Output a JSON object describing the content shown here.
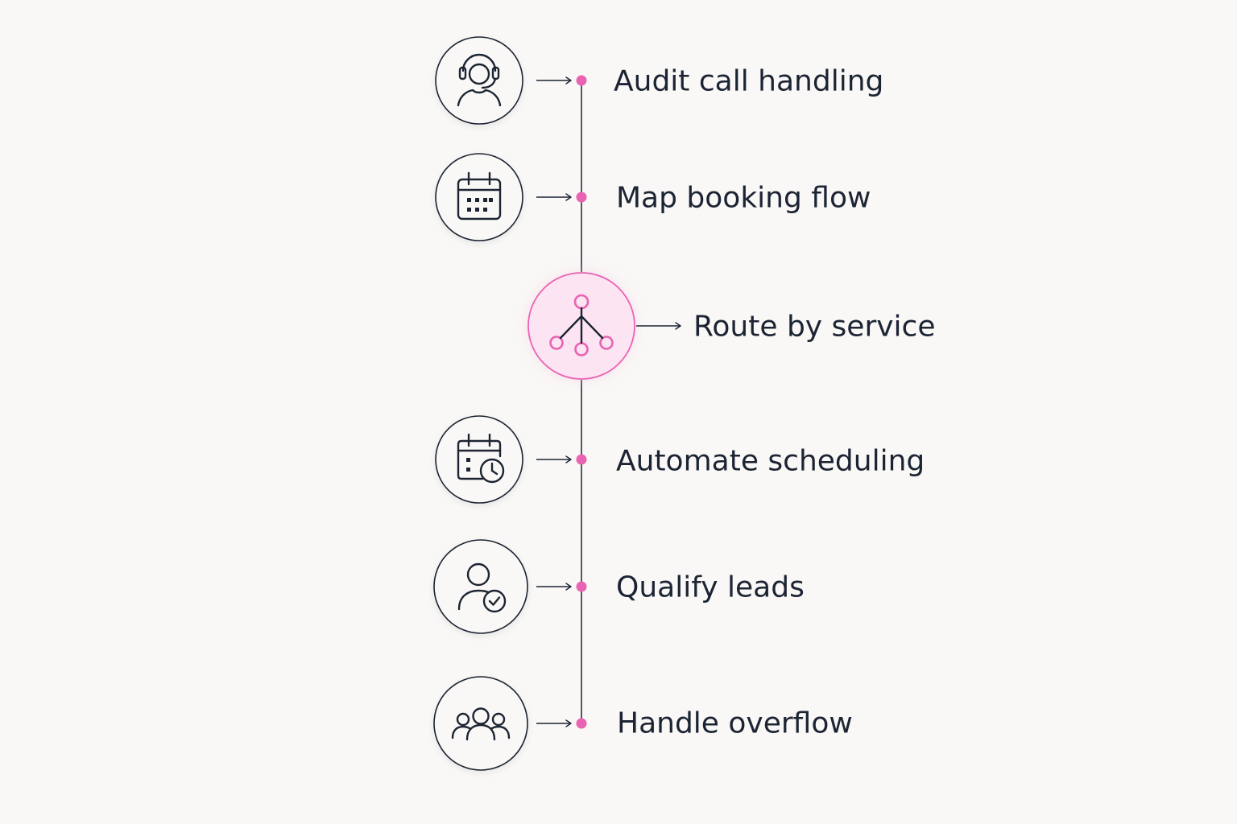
{
  "colors": {
    "background": "#f9f8f6",
    "ink": "#1c2433",
    "accent": "#e963b3",
    "accent_fill": "#fde4f2",
    "accent_glow": "#f7b8dc"
  },
  "steps": [
    {
      "label": "Audit call handling",
      "icon": "headset-agent-icon",
      "highlighted": false
    },
    {
      "label": "Map booking flow",
      "icon": "calendar-icon",
      "highlighted": false
    },
    {
      "label": "Route by service",
      "icon": "routing-tree-icon",
      "highlighted": true
    },
    {
      "label": "Automate scheduling",
      "icon": "calendar-clock-icon",
      "highlighted": false
    },
    {
      "label": "Qualify leads",
      "icon": "user-check-icon",
      "highlighted": false
    },
    {
      "label": "Handle overflow",
      "icon": "team-icon",
      "highlighted": false
    }
  ]
}
